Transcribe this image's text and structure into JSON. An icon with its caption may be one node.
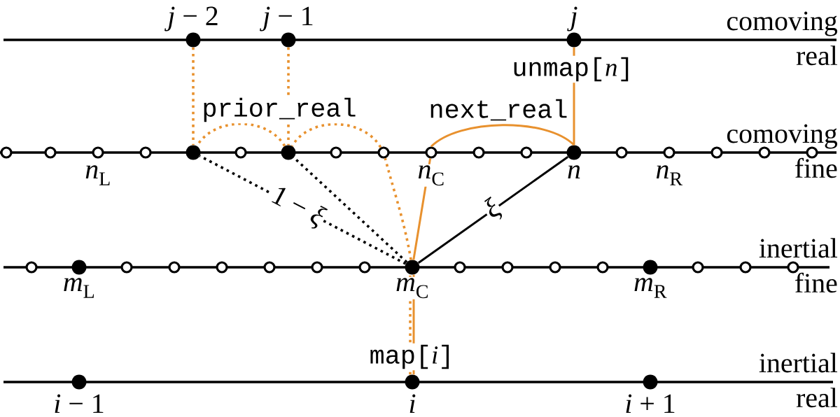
{
  "diagram": {
    "nodes": [
      {
        "text": [],
        "shape": "dot",
        "beside": [
          "*j* − 2"
        ]
      },
      {
        "text": [],
        "shape": "dot",
        "beside": [
          "*j* − 1"
        ]
      },
      {
        "text": [],
        "shape": "dot",
        "beside": [
          "j"
        ]
      },
      {
        "text": [],
        "shape": "circle"
      },
      {
        "text": [],
        "shape": "circle"
      },
      {
        "text": [],
        "shape": "circle",
        "beside": [
          "*n*$_{L}$"
        ]
      },
      {
        "text": [],
        "shape": "circle"
      },
      {
        "text": [],
        "shape": "dot"
      },
      {
        "text": [],
        "shape": "circle"
      },
      {
        "text": [],
        "shape": "dot"
      },
      {
        "text": [],
        "shape": "circle"
      },
      {
        "text": [],
        "shape": "circle"
      },
      {
        "text": [],
        "shape": "circle",
        "beside": [
          "*n*$_{C}$"
        ]
      },
      {
        "text": [],
        "shape": "circle"
      },
      {
        "text": [],
        "shape": "circle"
      },
      {
        "text": [],
        "shape": "dot",
        "beside": [
          "n"
        ]
      },
      {
        "text": [],
        "shape": "circle"
      },
      {
        "text": [],
        "shape": "circle",
        "beside": [
          "*n*$_{R}$"
        ]
      },
      {
        "text": [],
        "shape": "circle"
      },
      {
        "text": [],
        "shape": "circle"
      },
      {
        "text": [],
        "shape": "circle"
      },
      {
        "text": [],
        "shape": "circle"
      },
      {
        "text": [],
        "shape": "dot",
        "beside": [
          "*m*$_{L}$"
        ]
      },
      {
        "text": [],
        "shape": "circle"
      },
      {
        "text": [],
        "shape": "circle"
      },
      {
        "text": [],
        "shape": "circle"
      },
      {
        "text": [],
        "shape": "circle"
      },
      {
        "text": [],
        "shape": "circle"
      },
      {
        "text": [],
        "shape": "circle"
      },
      {
        "text": [],
        "shape": "dot",
        "beside": [
          "*m*$_{C}$"
        ]
      },
      {
        "text": [],
        "shape": "circle"
      },
      {
        "text": [],
        "shape": "circle"
      },
      {
        "text": [],
        "shape": "circle"
      },
      {
        "text": [],
        "shape": "circle"
      },
      {
        "text": [],
        "shape": "dot",
        "beside": [
          "*m*$_{R}$"
        ]
      },
      {
        "text": [],
        "shape": "circle"
      },
      {
        "text": [],
        "shape": "circle"
      },
      {
        "text": [],
        "shape": "circle"
      },
      {
        "text": [],
        "shape": "dot",
        "beside": [
          "*i* − 1"
        ]
      },
      {
        "text": [],
        "shape": "dot",
        "beside": [
          "i"
        ]
      },
      {
        "text": [],
        "shape": "dot",
        "beside": [
          "*i* + 1"
        ]
      }
    ],
    "edges": [
      {
        "from": 2,
        "to": 15,
        "arrow": "none",
        "label": "unmap[*n*]"
      },
      {
        "from": 0,
        "to": 7,
        "arrow": "none",
        "style": "dashed"
      },
      {
        "from": 1,
        "to": 9,
        "arrow": "none",
        "style": "dashed"
      },
      {
        "from": 9,
        "to": 7,
        "arrow": "none",
        "style": "dashed",
        "label": "prior_real"
      },
      {
        "from": 11,
        "to": 9,
        "arrow": "none",
        "style": "dashed"
      },
      {
        "from": 29,
        "to": 11,
        "arrow": "none",
        "style": "dashed"
      },
      {
        "from": 39,
        "to": 29,
        "arrow": "none",
        "style": "dashed"
      },
      {
        "from": 39,
        "to": 29,
        "arrow": "none",
        "label": "map[*i*]"
      },
      {
        "from": 29,
        "to": 12,
        "arrow": "none"
      },
      {
        "from": 12,
        "to": 15,
        "arrow": "none",
        "label": "next_real"
      },
      {
        "from": 29,
        "to": 15,
        "arrow": "none",
        "color": "#000000",
        "label": "ξ"
      },
      {
        "from": 29,
        "to": 7,
        "arrow": "none",
        "style": "dashed",
        "color": "#000000",
        "label": "1 − *ξ*"
      },
      {
        "from": 29,
        "to": 9,
        "arrow": "none",
        "style": "dashed",
        "color": "#000000"
      }
    ],
    "labels": [
      "comoving real",
      "comoving fine",
      "inertial fine",
      "inertial real"
    ]
  }
}
